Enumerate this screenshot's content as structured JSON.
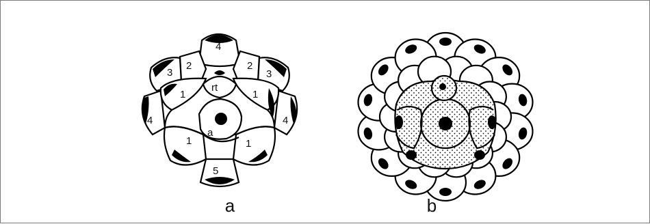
{
  "panels": [
    {
      "id": "a",
      "caption": "a",
      "labels": {
        "rt": "rt",
        "a": "a",
        "n1": "1",
        "n2": "2",
        "n3": "3",
        "n4": "4",
        "n5": "5"
      }
    },
    {
      "id": "b",
      "caption": "b"
    }
  ],
  "colors": {
    "ink": "#000000",
    "paper": "#ffffff",
    "frame": "#7a7a7a"
  }
}
